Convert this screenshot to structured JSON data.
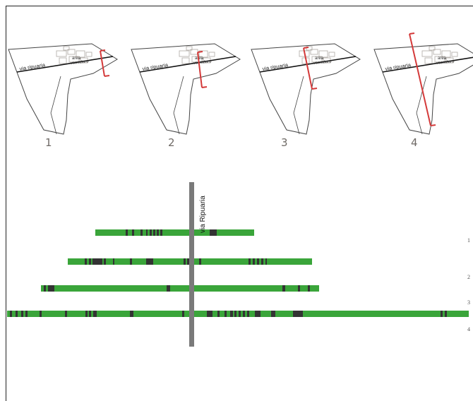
{
  "panels": [
    {
      "number": "1",
      "road_label": "via ripuaria",
      "area_label_1": "area",
      "area_label_2": "vaccaluro"
    },
    {
      "number": "2",
      "road_label": "via ripuaria",
      "area_label_1": "area",
      "area_label_2": "vaccaluro"
    },
    {
      "number": "3",
      "road_label": "via ripuaria",
      "area_label_1": "area",
      "area_label_2": "vaccaluro"
    },
    {
      "number": "4",
      "road_label": "via ripuaria",
      "area_label_1": "area",
      "area_label_2": "vaccaluro"
    }
  ],
  "section_diagram": {
    "axis_label": "via Ripuaria",
    "row_numbers": [
      "1",
      "2",
      "3",
      "4"
    ]
  },
  "colors": {
    "strip_green": "#3aa53a",
    "built_dark": "#333333",
    "axis_gray": "#7a7a7a",
    "section_red": "#d43a3a",
    "outline": "#444444"
  }
}
